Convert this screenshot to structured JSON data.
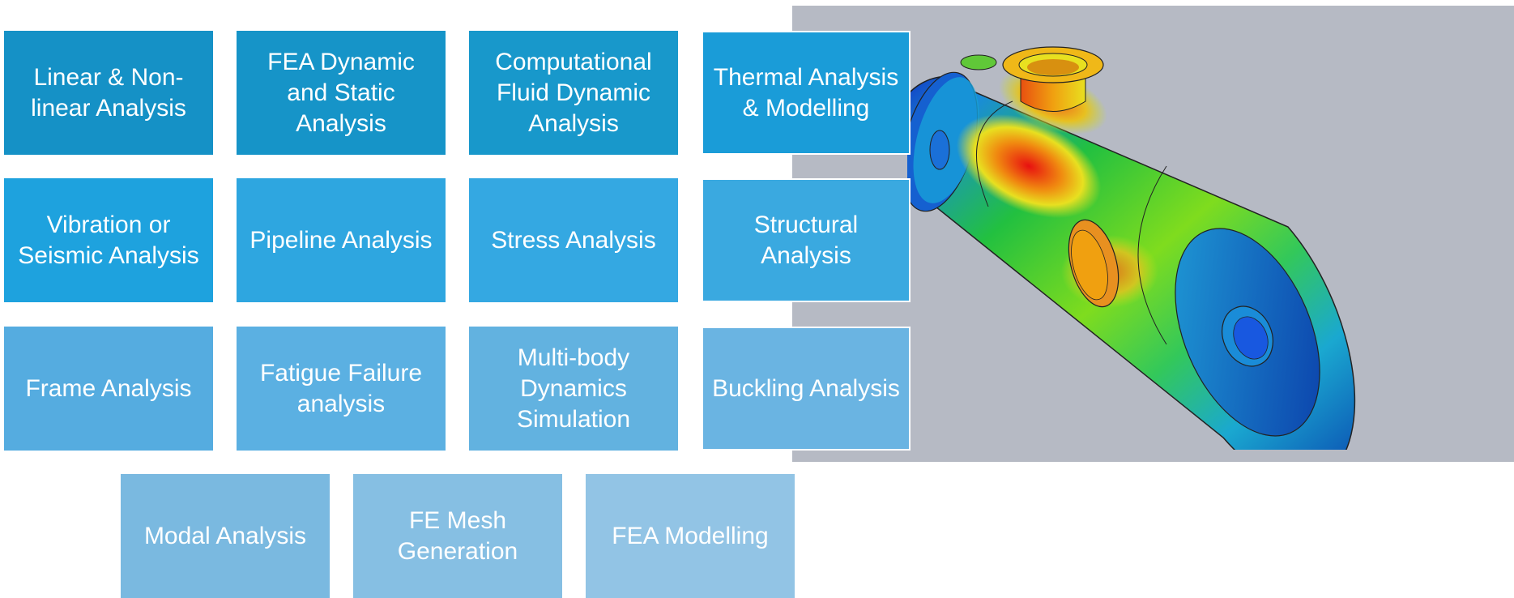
{
  "tiles_row1": [
    {
      "label": "Linear & Non-linear Analysis",
      "color": "#1591c6"
    },
    {
      "label": "FEA Dynamic and Static Analysis",
      "color": "#1694c8"
    },
    {
      "label": "Computational Fluid Dynamic Analysis",
      "color": "#1898cb"
    },
    {
      "label": "Thermal Analysis & Modelling",
      "color": "#1a9cd8"
    }
  ],
  "tiles_row2": [
    {
      "label": "Vibration or Seismic Analysis",
      "color": "#1ea2de"
    },
    {
      "label": "Pipeline Analysis",
      "color": "#2ea6e0"
    },
    {
      "label": "Stress Analysis",
      "color": "#34a8e2"
    },
    {
      "label": "Structural Analysis",
      "color": "#3aa9e0"
    }
  ],
  "tiles_row3": [
    {
      "label": "Frame Analysis",
      "color": "#55ace0"
    },
    {
      "label": "Fatigue Failure analysis",
      "color": "#5bb0e2"
    },
    {
      "label": "Multi-body Dynamics Simulation",
      "color": "#62b2e0"
    },
    {
      "label": "Buckling Analysis",
      "color": "#6ab4e2"
    }
  ],
  "tiles_row4": [
    {
      "label": "Modal Analysis",
      "color": "#7ab9e0"
    },
    {
      "label": "FE Mesh Generation",
      "color": "#86bfe3"
    },
    {
      "label": "FEA Modelling",
      "color": "#92c4e5"
    }
  ],
  "image": {
    "subject": "pressure-vessel-fea-stress-contour",
    "background_color": "#b6bac4"
  }
}
